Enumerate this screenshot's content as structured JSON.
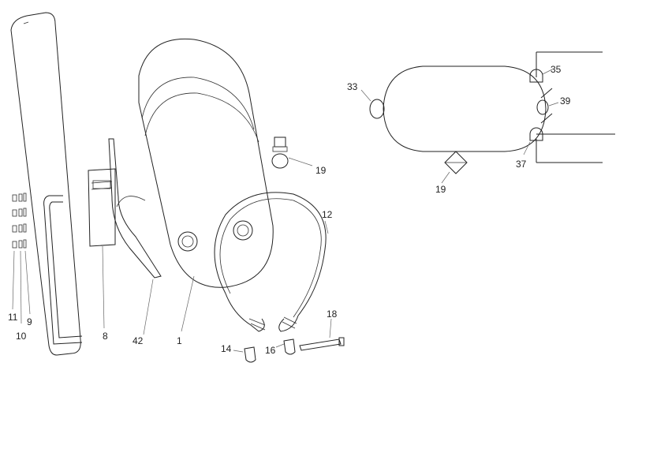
{
  "colors": {
    "line": "#222222",
    "background": "#ffffff"
  },
  "labels": {
    "l11": "11",
    "l9": "9",
    "l10": "10",
    "l8": "8",
    "l42": "42",
    "l1": "1",
    "l14": "14",
    "l16": "16",
    "l18": "18",
    "l12": "12",
    "l19a": "19",
    "l33": "33",
    "l35": "35",
    "l39": "39",
    "l37": "37",
    "l19b": "19"
  }
}
